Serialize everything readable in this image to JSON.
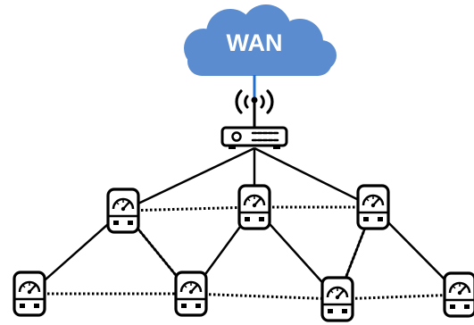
{
  "wan": {
    "label": "WAN",
    "color": "#5b8ccf"
  },
  "colors": {
    "uplink": "#1f6fd1",
    "link": "#000000",
    "device_fill": "#ffffff"
  },
  "icons": {
    "router": "wireless-router-icon",
    "meter": "smart-meter-icon"
  },
  "topology": {
    "router_links": [
      "meter-1",
      "meter-2",
      "meter-3"
    ],
    "solid_links": [
      [
        "meter-1",
        "meter-4"
      ],
      [
        "meter-1",
        "meter-5"
      ],
      [
        "meter-2",
        "meter-5"
      ],
      [
        "meter-2",
        "meter-6"
      ],
      [
        "meter-3",
        "meter-6"
      ],
      [
        "meter-3",
        "meter-7"
      ]
    ],
    "dotted_links": [
      [
        "meter-1",
        "meter-2"
      ],
      [
        "meter-2",
        "meter-3"
      ],
      [
        "meter-4",
        "meter-5"
      ],
      [
        "meter-5",
        "meter-6"
      ],
      [
        "meter-6",
        "meter-7"
      ],
      [
        "meter-1",
        "meter-5"
      ],
      [
        "meter-3",
        "meter-6"
      ]
    ]
  }
}
